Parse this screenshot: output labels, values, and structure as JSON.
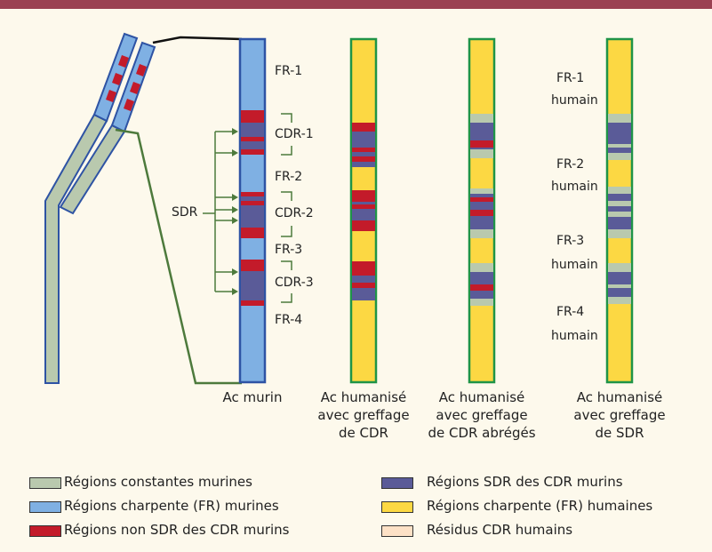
{
  "colors": {
    "constant": "#b9c9ae",
    "framework_murine": "#7fb0e3",
    "non_sdr_cdr": "#c31b2a",
    "sdr_cdr": "#5a5b98",
    "framework_human": "#fcd843",
    "cdr_human": "#fde1c6",
    "outline_murine": "#2e53a4",
    "outline_human": "#1f9447",
    "connector": "#4d7a3c"
  },
  "murine_regions": {
    "fr1": "FR-1",
    "cdr1": "CDR-1",
    "fr2": "FR-2",
    "cdr2": "CDR-2",
    "fr3": "FR-3",
    "cdr3": "CDR-3",
    "fr4": "FR-4",
    "sdr": "SDR"
  },
  "sdr_human_labels": {
    "fr1": [
      "FR-1",
      "humain"
    ],
    "fr2": [
      "FR-2",
      "humain"
    ],
    "fr3": [
      "FR-3",
      "humain"
    ],
    "fr4": [
      "FR-4",
      "humain"
    ]
  },
  "captions": {
    "murine": [
      "Ac murin"
    ],
    "cdr_graft": [
      "Ac humanisé",
      "avec greffage",
      "de CDR"
    ],
    "abbrev_graft": [
      "Ac humanisé",
      "avec greffage",
      "de CDR abrégés"
    ],
    "sdr_graft": [
      "Ac humanisé",
      "avec greffage",
      "de SDR"
    ]
  },
  "legend": {
    "constant": "Régions constantes murines",
    "framework_murine": "Régions charpente (FR) murines",
    "non_sdr_cdr": "Régions non SDR des CDR murins",
    "sdr_cdr": "Régions SDR des CDR murins",
    "framework_human": "Régions charpente (FR) humaines",
    "cdr_human": "Résidus CDR humains"
  }
}
